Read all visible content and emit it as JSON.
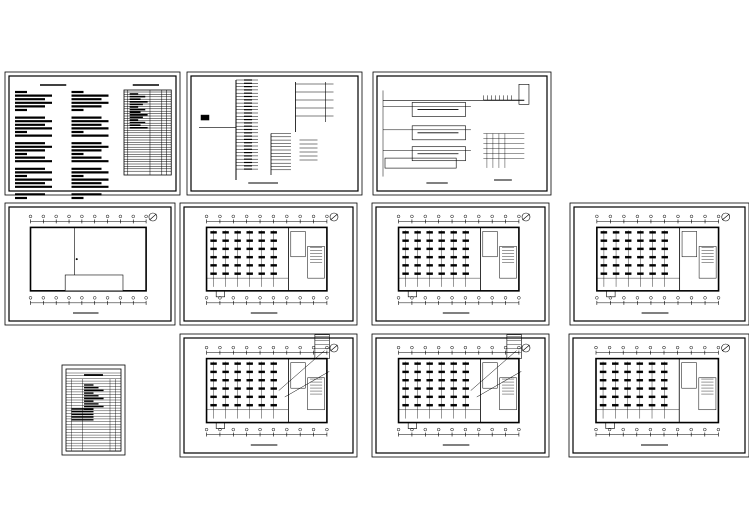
{
  "drawing": {
    "background": "#ffffff",
    "ink": "#000000",
    "sheets": [
      {
        "id": "sheet-design-notes",
        "type": "notes"
      },
      {
        "id": "sheet-system-diagram-1",
        "type": "system"
      },
      {
        "id": "sheet-system-diagram-2",
        "type": "system2"
      },
      {
        "id": "sheet-plan-1",
        "type": "plan-empty"
      },
      {
        "id": "sheet-plan-2",
        "type": "plan"
      },
      {
        "id": "sheet-plan-3",
        "type": "plan"
      },
      {
        "id": "sheet-plan-4",
        "type": "plan"
      },
      {
        "id": "sheet-drawing-index",
        "type": "table"
      },
      {
        "id": "sheet-plan-5",
        "type": "plan-stair"
      },
      {
        "id": "sheet-plan-6",
        "type": "plan-stair"
      },
      {
        "id": "sheet-plan-7",
        "type": "plan"
      }
    ]
  }
}
